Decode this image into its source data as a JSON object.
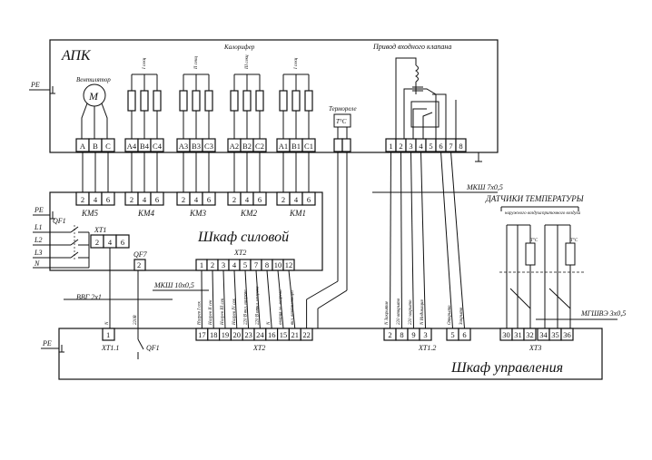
{
  "blocks": {
    "apk": "АПК",
    "silovoy": "Шкаф силовой",
    "upravleniya": "Шкаф управления"
  },
  "labels": {
    "ventilyator": "Вентилятор",
    "motor": "M",
    "kalorifer": "Калорифер",
    "privod": "Привод входного клапана",
    "termorele": "Термореле",
    "termorele_sym": "T°C",
    "datchiki": "ДАТЧИКИ ТЕМПЕРАТУРЫ",
    "naruzh": "наружного воздуха",
    "pritoch": "приточного воздуха",
    "datchik_sym": "T°C",
    "pe_apk": "PE",
    "pe_sil": "PE",
    "pe_upr": "PE",
    "L1": "L1",
    "L2": "L2",
    "L3": "L3",
    "N": "N",
    "qf1_sil": "QF1",
    "qf1_upr": "QF1",
    "qf7": "QF7",
    "km5": "КМ5",
    "km4": "КМ4",
    "km3": "КМ3",
    "km2": "КМ2",
    "km1": "КМ1",
    "xt1": "XT1",
    "xt2_top": "XT2",
    "xt2_bot": "XT2",
    "xt11": "XT1.1",
    "xt12": "XT1.2",
    "xt3": "XT3",
    "cable_vvg": "ВВГ 2х1",
    "cable_mksh10": "МКШ 10х0,5",
    "cable_mksh7": "МКШ 7х0,5",
    "cable_mgshve": "МГШВЭ 3х0,5"
  },
  "heater_groups": [
    "I ceкц",
    "II ceкц",
    "III ceкц",
    "I ceкц"
  ],
  "apk_terminals": [
    "A",
    "B",
    "C",
    "A4",
    "B4",
    "C4",
    "A3",
    "B3",
    "C3",
    "A2",
    "B2",
    "C2",
    "A1",
    "B1",
    "C1"
  ],
  "privod_terminals": [
    "1",
    "2",
    "3",
    "4",
    "5",
    "6",
    "7",
    "8"
  ],
  "km_terminals": [
    "2",
    "4",
    "6"
  ],
  "xt1_terminals": [
    "2",
    "4",
    "6"
  ],
  "qf7_terminal": "2",
  "xt2_top_terminals": [
    "1",
    "2",
    "3",
    "4",
    "5",
    "7",
    "8",
    "10",
    "12"
  ],
  "xt2_bot_terminals": [
    "17",
    "18",
    "19",
    "20",
    "23",
    "24",
    "16",
    "15",
    "21",
    "22"
  ],
  "xt11_terminal": "1",
  "xt12_terminals": [
    "2",
    "8",
    "9",
    "3",
    "5",
    "6"
  ],
  "xt3_terminals": [
    "30",
    "31",
    "32",
    "34",
    "35",
    "36"
  ],
  "wire_labels_xt2": [
    "Нагрев I сек",
    "Нагрев II сек",
    "Нагрев III сек",
    "Нагрев IV сек",
    "220 В вкл. нагрева",
    "220 В откл. нагрева",
    "N",
    "авария эл. нагрева",
    "вкл. вентилятора"
  ],
  "wire_labels_xt12": [
    "N Закрытие",
    "220 открыто",
    "220 закрыто",
    "N Индикация",
    "Открыто",
    "Закрыто"
  ],
  "wire_labels_xt11": [
    "N",
    "220В"
  ]
}
